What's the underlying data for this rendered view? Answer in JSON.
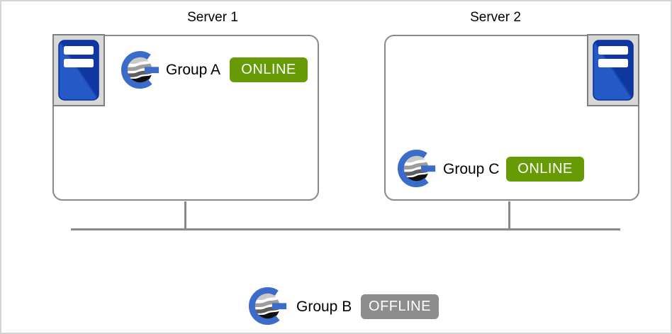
{
  "diagram": {
    "servers": [
      {
        "title": "Server 1",
        "icon": "server-tower-icon",
        "groups": [
          {
            "name": "Group A",
            "status": "ONLINE",
            "logo": "group-globe-logo-icon"
          }
        ]
      },
      {
        "title": "Server 2",
        "icon": "server-tower-icon",
        "groups": [
          {
            "name": "Group C",
            "status": "ONLINE",
            "logo": "group-globe-logo-icon"
          }
        ]
      }
    ],
    "network_groups": [
      {
        "name": "Group B",
        "status": "OFFLINE",
        "logo": "group-globe-logo-icon"
      }
    ],
    "colors": {
      "online": "#669b06",
      "offline": "#8d8d8d",
      "logo_blue": "#3b6cc9",
      "tower_blue_light": "#2559c6",
      "tower_blue_dark": "#0e37a0",
      "line_gray": "#8a8a8a",
      "box_border": "#888888"
    }
  }
}
